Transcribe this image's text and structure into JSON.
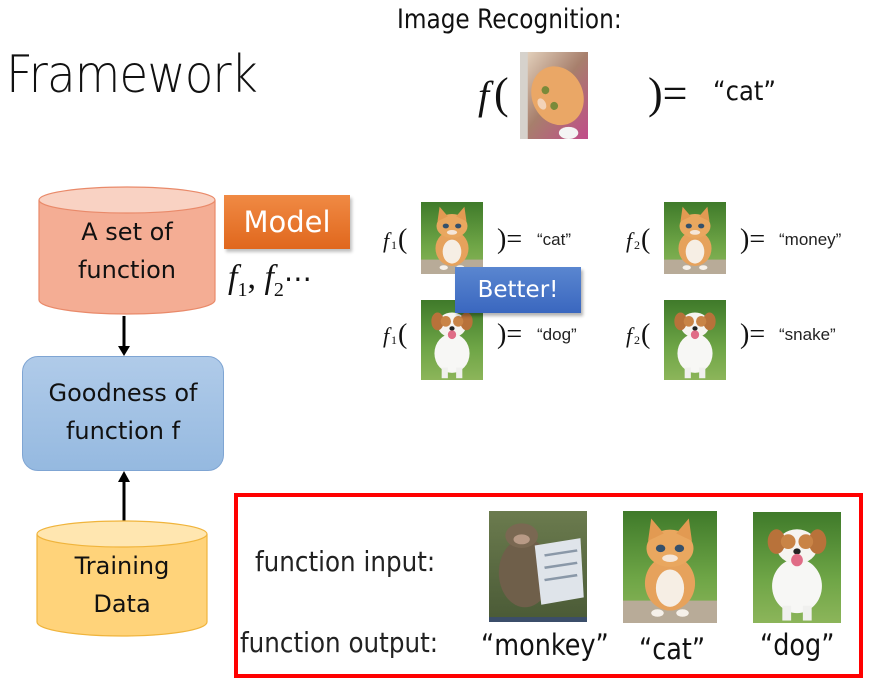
{
  "slide": {
    "title": "Framework",
    "subtitle": "Image Recognition:"
  },
  "top_equation": {
    "func": "f",
    "open_paren": "(",
    "close_equals": ")=",
    "image": "kitten-photo",
    "output": "“cat”"
  },
  "model_set": {
    "cylinder_line1": "A set of",
    "cylinder_line2": "function",
    "model_label": "Model",
    "functions_label": "f1, f2 ⋯",
    "f1": "f",
    "f1_sub": "1",
    "f2": "f",
    "f2_sub": "2",
    "ellipsis": "⋯",
    "colors": {
      "cylinder": "#f4b09a",
      "model_badge": "#ed7d31"
    }
  },
  "goodness": {
    "line1": "Goodness of",
    "line2": "function f",
    "color": "#9dc3e6"
  },
  "training": {
    "line1": "Training",
    "line2": "Data",
    "color": "#ffd580"
  },
  "comparison": {
    "better_label": "Better!",
    "better_color": "#4472c4",
    "rows": [
      {
        "left_func": "f",
        "left_sub": "1",
        "left_image": "kitten-photo",
        "left_output": "“cat”",
        "right_func": "f",
        "right_sub": "2",
        "right_image": "kitten-photo",
        "right_output": "“money”"
      },
      {
        "left_func": "f",
        "left_sub": "1",
        "left_image": "puppy-photo",
        "left_output": "“dog”",
        "right_func": "f",
        "right_sub": "2",
        "right_image": "puppy-photo",
        "right_output": "“snake”"
      }
    ],
    "paren_open": "(",
    "paren_close_eq": ")="
  },
  "training_examples": {
    "input_label": "function input:",
    "output_label": "function output:",
    "border_color": "#ff0000",
    "items": [
      {
        "image": "monkey-photo",
        "output": "“monkey”"
      },
      {
        "image": "kitten-photo",
        "output": "“cat”"
      },
      {
        "image": "puppy-photo",
        "output": "“dog”"
      }
    ]
  }
}
